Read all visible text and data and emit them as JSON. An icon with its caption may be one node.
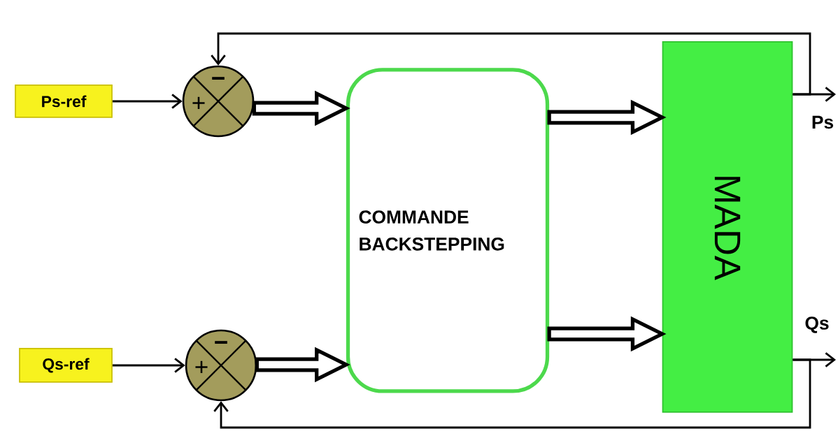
{
  "diagram": {
    "nodes": [
      {
        "text": [
          "Ps-ref"
        ]
      },
      {
        "text": [
          "−",
          "+"
        ]
      },
      {
        "text": [
          "Qs-ref"
        ]
      },
      {
        "text": [
          "−",
          "+"
        ]
      },
      {
        "text": [
          "COMMANDE BACKSTEPPING"
        ]
      },
      {
        "text": [
          "MADA"
        ]
      }
    ],
    "edges": [
      {
        "from": 0,
        "to": 1,
        "arrow": "to"
      },
      {
        "from": 1,
        "to": 4,
        "arrow": "to",
        "style": "thick"
      },
      {
        "from": 4,
        "to": 5,
        "arrow": "to",
        "style": "thick"
      },
      {
        "from": 5,
        "to": null,
        "arrow": "to",
        "label": "Ps"
      },
      {
        "from": 5,
        "to": 1,
        "arrow": "to"
      },
      {
        "from": 2,
        "to": 3,
        "arrow": "to"
      },
      {
        "from": 3,
        "to": 4,
        "arrow": "to",
        "style": "thick"
      },
      {
        "from": 4,
        "to": 5,
        "arrow": "to",
        "style": "thick"
      },
      {
        "from": 5,
        "to": null,
        "arrow": "to",
        "label": "Qs"
      },
      {
        "from": 5,
        "to": 3,
        "arrow": "to"
      }
    ]
  }
}
